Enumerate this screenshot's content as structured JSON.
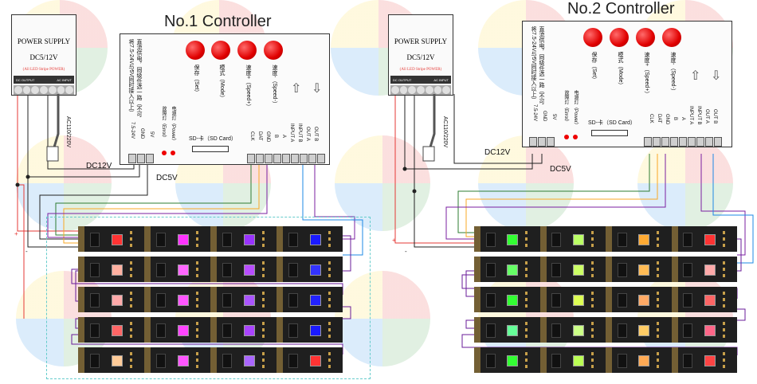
{
  "controllers": [
    {
      "title": "No.1 Controller"
    },
    {
      "title": "No.2 Controller"
    }
  ],
  "power_supply": {
    "title": "POWER SUPPLY",
    "voltage": "DC5/12V",
    "subtitle": "(All LED Stripe POWER)",
    "dc_output": "DC OUTPUT",
    "ac_input": "AC INPUT",
    "ac_cable": "AC110/220V"
  },
  "controller_text": {
    "chinese_note": "直流供电，同级任选一路（不可将7.5-24V与5V同时接入以上）",
    "power_terminals": [
      "7.5-24V",
      "GND",
      "5V"
    ],
    "indicator_labels": [
      "故障灯（Error）",
      "电源灯（Power）"
    ],
    "sd_label": "SD-卡（SD Card）",
    "output_terminals": [
      "CLK",
      "DAT",
      "GND",
      "B",
      "A",
      "INPUT A",
      "INPUT B",
      "OUT A",
      "OUT B"
    ],
    "buttons": [
      "保存（Set）",
      "模式（Mode）",
      "速度+（Speed+）",
      "速度-（Speed-）"
    ]
  },
  "wire_labels": {
    "dc12v": "DC12V",
    "dc5v": "DC5V"
  },
  "colors": {
    "button_red": "#e00000",
    "wire_red": "#e53935",
    "wire_dc": "#222222"
  },
  "strip_pixel_colors": {
    "left": [
      [
        "#ff3333",
        "#ff33ff",
        "#9933ff",
        "#1a1aff"
      ],
      [
        "#ffb0a0",
        "#ff66ff",
        "#b84dff",
        "#3333ff"
      ],
      [
        "#ffaaaa",
        "#ff55ff",
        "#aa55ff",
        "#2222ff"
      ],
      [
        "#ff6666",
        "#ff44ff",
        "#aa44ff",
        "#1a1aff"
      ],
      [
        "#ffcc99",
        "#ff55ff",
        "#aa66ff",
        "#ff3333"
      ]
    ],
    "right": [
      [
        "#33ff33",
        "#bbff66",
        "#ffaa33",
        "#ff3333"
      ],
      [
        "#66ff66",
        "#ccff66",
        "#ffbb55",
        "#ffaaaa"
      ],
      [
        "#33ff33",
        "#ddff55",
        "#ffaa66",
        "#ff6666"
      ],
      [
        "#66ff99",
        "#ccff88",
        "#ffcc66",
        "#ff6688"
      ],
      [
        "#33ff33",
        "#bbff55",
        "#ffaa55",
        "#ff4444"
      ]
    ]
  }
}
